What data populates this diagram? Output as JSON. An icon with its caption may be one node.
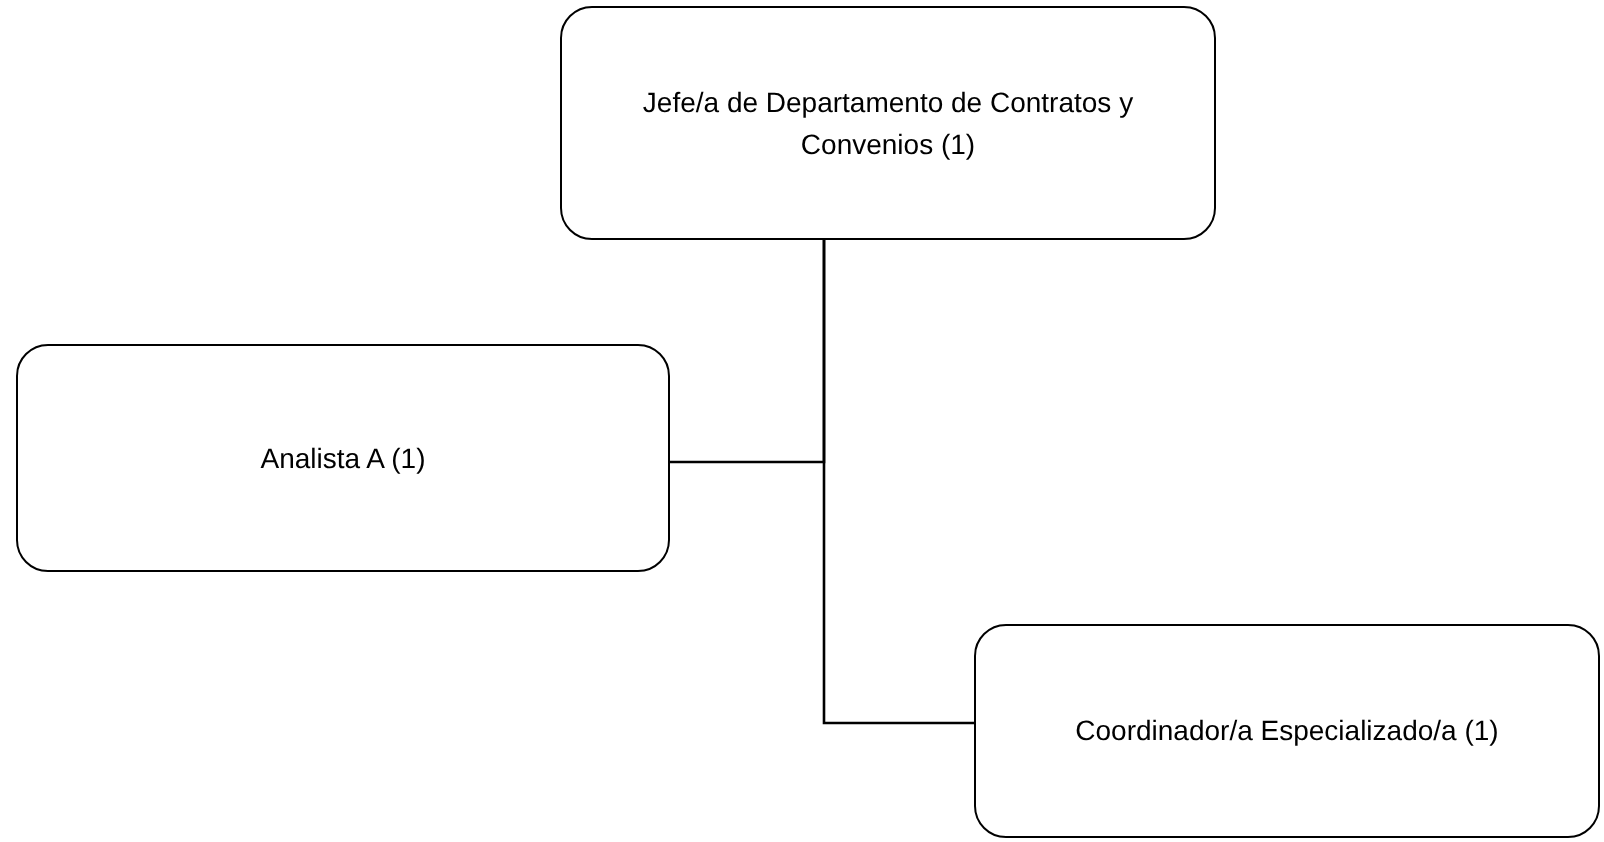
{
  "diagram": {
    "nodes": [
      {
        "text": [
          "Jefe/a de Departamento de Contratos y Convenios (1)"
        ]
      },
      {
        "text": [
          "Analista A (1)"
        ]
      },
      {
        "text": [
          "Coordinador/a Especializado/a (1)"
        ]
      }
    ],
    "edges": [
      {
        "from": 0,
        "to": 1,
        "arrow": "none"
      },
      {
        "from": 0,
        "to": 2,
        "arrow": "none"
      }
    ]
  }
}
